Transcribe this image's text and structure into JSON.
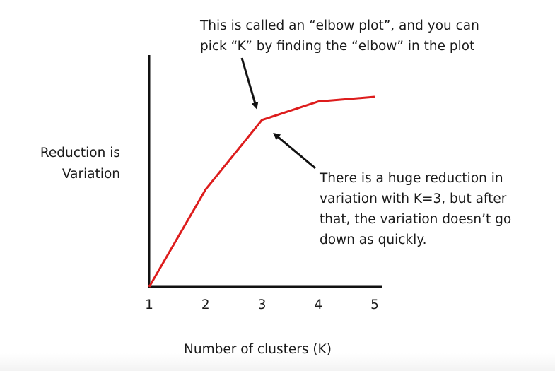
{
  "annotations": {
    "top": [
      "This is called an “elbow plot”, and you can",
      "pick “K” by finding the “elbow” in the plot"
    ],
    "right": [
      "There is a huge reduction in",
      "variation with K=3, but after",
      "that, the variation doesn’t go",
      "down as quickly."
    ]
  },
  "colors": {
    "line": "#dd1c1c",
    "axis": "#111111",
    "arrow": "#111111"
  },
  "chart_data": {
    "type": "line",
    "title": "",
    "xlabel": "Number of clusters (K)",
    "ylabel": [
      "Reduction is",
      "Variation"
    ],
    "x": [
      1,
      2,
      3,
      4,
      5
    ],
    "series": [
      {
        "values": [
          0,
          42,
          72,
          80,
          82
        ]
      }
    ],
    "xlim": [
      1,
      5
    ],
    "ylim": [
      0,
      100
    ],
    "grid": false,
    "y_ticks_shown": false
  }
}
